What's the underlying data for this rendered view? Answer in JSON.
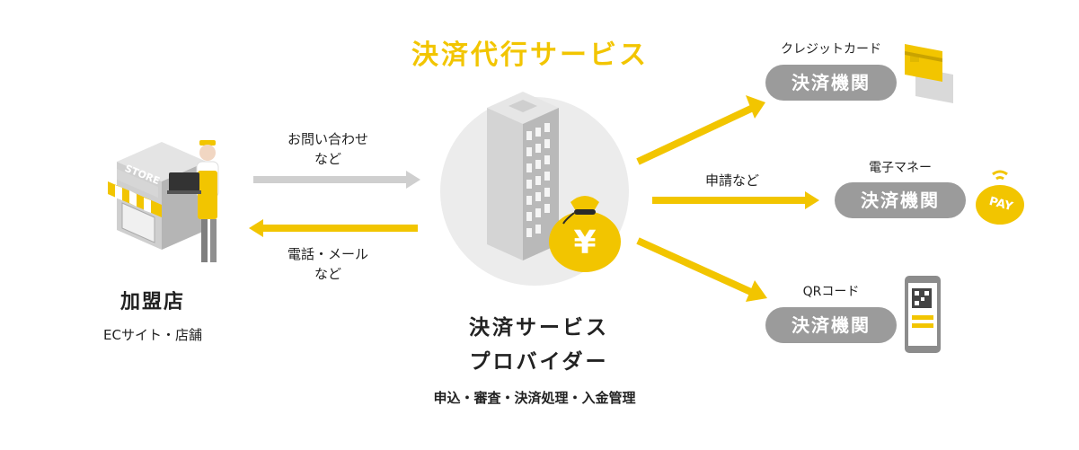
{
  "title": "決済代行サービス",
  "merchant": {
    "name": "加盟店",
    "subtitle": "ECサイト・店舗",
    "sign": "STORE"
  },
  "flows": {
    "to_provider": [
      "お問い合わせ",
      "など"
    ],
    "to_merchant": [
      "電話・メール",
      "など"
    ],
    "to_institutions": "申請など"
  },
  "provider": {
    "name_line1": "決済サービス",
    "name_line2": "プロバイダー",
    "subtitle": "申込・審査・決済処理・入金管理",
    "bag_symbol": "¥"
  },
  "institutions": [
    {
      "category": "クレジットカード",
      "label": "決済機関"
    },
    {
      "category": "電子マネー",
      "label": "決済機関",
      "badge": "PAY"
    },
    {
      "category": "QRコード",
      "label": "決済機関"
    }
  ],
  "colors": {
    "accent": "#f2c500",
    "arrow_gray": "#cfcfcf",
    "pill": "#9b9b9b"
  }
}
